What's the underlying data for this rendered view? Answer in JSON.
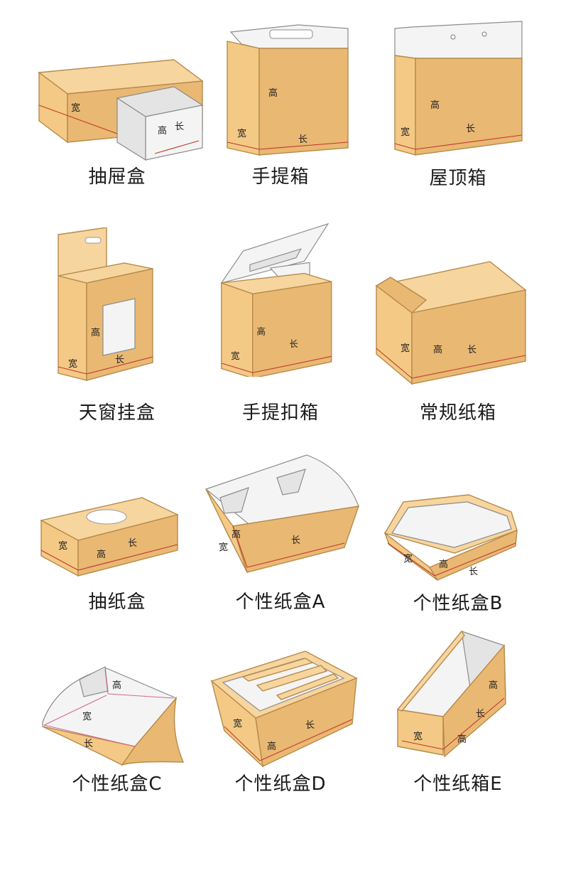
{
  "labels": {
    "length": "长",
    "width": "宽",
    "height": "高"
  },
  "boxes": [
    {
      "caption": "抽屉盒"
    },
    {
      "caption": "手提箱"
    },
    {
      "caption": "屋顶箱"
    },
    {
      "caption": "天窗挂盒"
    },
    {
      "caption": "手提扣箱"
    },
    {
      "caption": "常规纸箱"
    },
    {
      "caption": "抽纸盒"
    },
    {
      "caption": "个性纸盒A"
    },
    {
      "caption": "个性纸盒B"
    },
    {
      "caption": "个性纸盒C"
    },
    {
      "caption": "个性纸盒D"
    },
    {
      "caption": "个性纸箱E"
    }
  ],
  "colors": {
    "kraft": "#f3c985",
    "kraft_edge": "#b68a4a",
    "inner_white": "#f4f4f4",
    "fold_line": "#c0392b"
  }
}
